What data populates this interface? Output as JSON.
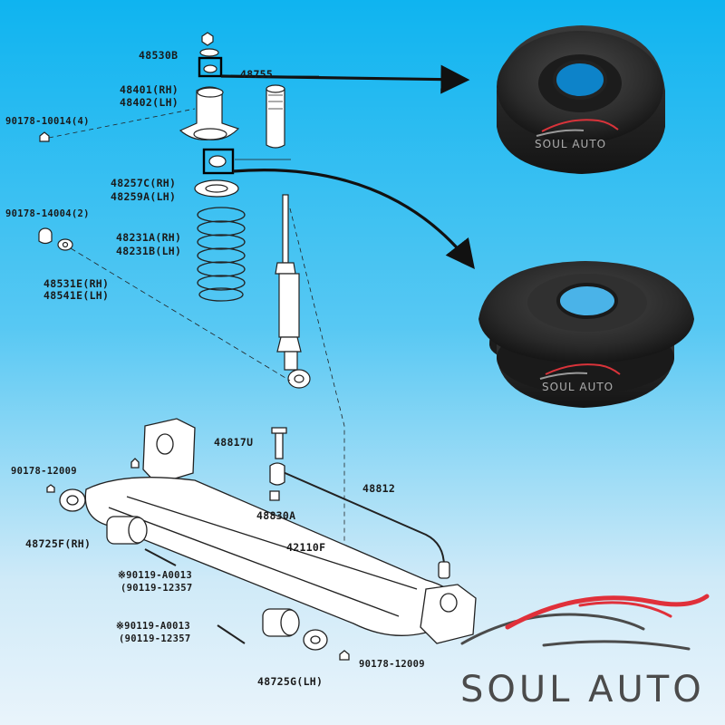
{
  "diagram": {
    "part_labels": [
      {
        "id": "p48530b",
        "text": "48530B"
      },
      {
        "id": "p48755",
        "text": "48755"
      },
      {
        "id": "p48401",
        "text": "48401(RH)"
      },
      {
        "id": "p48402",
        "text": "48402(LH)"
      },
      {
        "id": "p90178_10014",
        "text": "90178-10014(4)"
      },
      {
        "id": "p48257c",
        "text": "48257C(RH)"
      },
      {
        "id": "p48259a",
        "text": "48259A(LH)"
      },
      {
        "id": "p90178_14004",
        "text": "90178-14004(2)"
      },
      {
        "id": "p48231a",
        "text": "48231A(RH)"
      },
      {
        "id": "p48231b",
        "text": "48231B(LH)"
      },
      {
        "id": "p48531e",
        "text": "48531E(RH)"
      },
      {
        "id": "p48541e",
        "text": "48541E(LH)"
      },
      {
        "id": "p48817u",
        "text": "48817U"
      },
      {
        "id": "p90178_12009a",
        "text": "90178-12009"
      },
      {
        "id": "p48812",
        "text": "48812"
      },
      {
        "id": "p48830a",
        "text": "48830A"
      },
      {
        "id": "p48725f",
        "text": "48725F(RH)"
      },
      {
        "id": "p42110f",
        "text": "42110F"
      },
      {
        "id": "p90119_a0013a",
        "text": "※90119-A0013"
      },
      {
        "id": "p90119_12357a",
        "text": "(90119-12357"
      },
      {
        "id": "p90119_a0013b",
        "text": "※90119-A0013"
      },
      {
        "id": "p90119_12357b",
        "text": "(90119-12357"
      },
      {
        "id": "p90178_12009b",
        "text": "90178-12009"
      },
      {
        "id": "p48725g",
        "text": "48725G(LH)"
      }
    ]
  },
  "photos": {
    "watermark_top": "SOUL AUTO",
    "watermark_bottom": "SOUL AUTO"
  },
  "brand": {
    "name": "SOUL AUTO",
    "logo_red": "#e0303a",
    "logo_gray": "#4b4b4b"
  },
  "colors": {
    "background_top": "#0fb4f0",
    "background_bottom": "#e9f4fb",
    "rubber": "#2a2a2a",
    "arrow": "#111111"
  }
}
